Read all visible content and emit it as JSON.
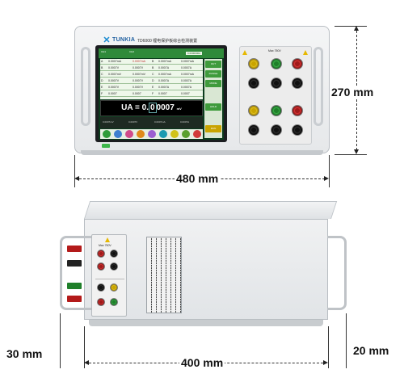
{
  "front": {
    "brand_logo": "✕",
    "brand_name": "TUNKIA",
    "model": "TD6000 锂电保护板综合检测装置",
    "screen": {
      "top_left_a": "CH1",
      "top_left_b": "CH2",
      "top_right": "0.0000000A",
      "rows": [
        [
          "A",
          "0.0007mA",
          "0.0007mA",
          "B",
          "0.0007mA",
          "0.0007mA"
        ],
        [
          "B",
          "0.0007V",
          "0.0007V",
          "B",
          "0.0007A",
          "0.0007A"
        ],
        [
          "C",
          "0.0007mV",
          "0.0007mV",
          "C",
          "0.0007mA",
          "0.0007mA"
        ],
        [
          "D",
          "0.0007V",
          "0.0007V",
          "D",
          "0.0007A",
          "0.0007A"
        ],
        [
          "E",
          "0.0007V",
          "0.0007V",
          "E",
          "0.0007A",
          "0.0007A"
        ],
        [
          "F",
          "0.0007",
          "0.0007",
          "F",
          "0.0007",
          "0.0007"
        ]
      ],
      "side_buttons": [
        "OUT",
        "RANGE",
        "MODE",
        "HOLD",
        "RUN"
      ],
      "big_prefix": "UA = 0.",
      "big_digit": "0",
      "big_suffix": "0007",
      "big_unit": "mV",
      "footer": [
        "0.0007mV",
        "0.0007V",
        "0.0007mA",
        "0.0007A"
      ]
    },
    "panel_label": "Max 750V",
    "nav_colors": [
      "#2f9b3a",
      "#3f7fd0",
      "#d04a8a",
      "#e08a1a",
      "#9b5fd0",
      "#1a9bb0",
      "#d0c21a",
      "#5aa02f",
      "#d03a3a"
    ]
  },
  "dimensions": {
    "height": "270 mm",
    "width": "480 mm",
    "depth": "400 mm",
    "front_offset": "30 mm",
    "rear_offset": "20 mm"
  },
  "side": {
    "panel_label": "Max 750V"
  }
}
